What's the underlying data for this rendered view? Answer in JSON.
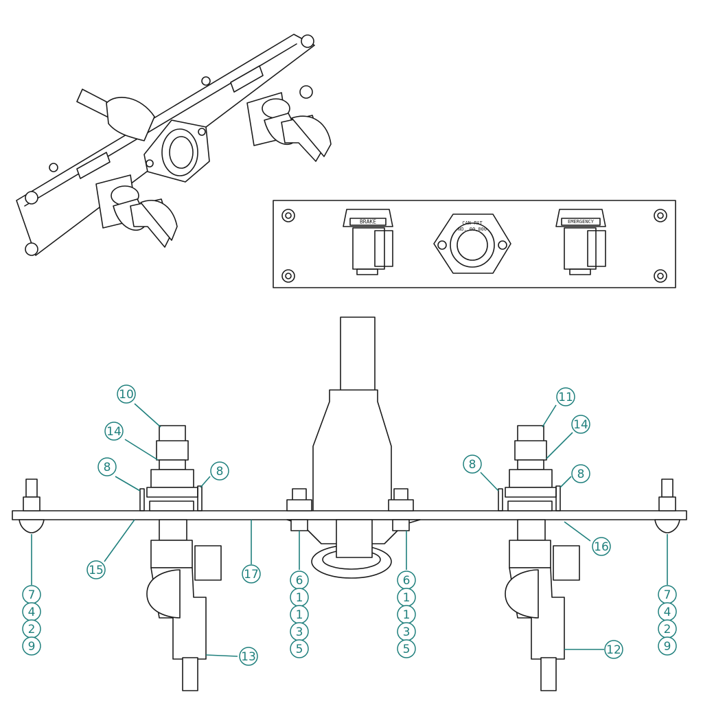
{
  "colors": {
    "line": "#1a1a1a",
    "callout": "#1e7f7c",
    "background": "#ffffff"
  },
  "top_view": {
    "left_label": "BRAKE",
    "right_label": "EMERGENCY",
    "center_label_1": "CAN PAT",
    "center_label_2": "NO. 00,000"
  },
  "callouts": [
    {
      "id": "c10",
      "label": "10"
    },
    {
      "id": "c14l",
      "label": "14"
    },
    {
      "id": "c8a",
      "label": "8"
    },
    {
      "id": "c8b",
      "label": "8"
    },
    {
      "id": "c11",
      "label": "11"
    },
    {
      "id": "c14r",
      "label": "14"
    },
    {
      "id": "c8c",
      "label": "8"
    },
    {
      "id": "c8d",
      "label": "8"
    },
    {
      "id": "c15",
      "label": "15"
    },
    {
      "id": "c17",
      "label": "17"
    },
    {
      "id": "c16",
      "label": "16"
    },
    {
      "id": "c13",
      "label": "13"
    },
    {
      "id": "c12",
      "label": "12"
    }
  ],
  "stacks": [
    {
      "id": "far-left",
      "labels": [
        "7",
        "4",
        "2",
        "9"
      ]
    },
    {
      "id": "mid-left",
      "labels": [
        "6",
        "1",
        "1",
        "3",
        "5"
      ]
    },
    {
      "id": "mid-right",
      "labels": [
        "6",
        "1",
        "1",
        "3",
        "5"
      ]
    },
    {
      "id": "far-right",
      "labels": [
        "7",
        "4",
        "2",
        "9"
      ]
    }
  ]
}
